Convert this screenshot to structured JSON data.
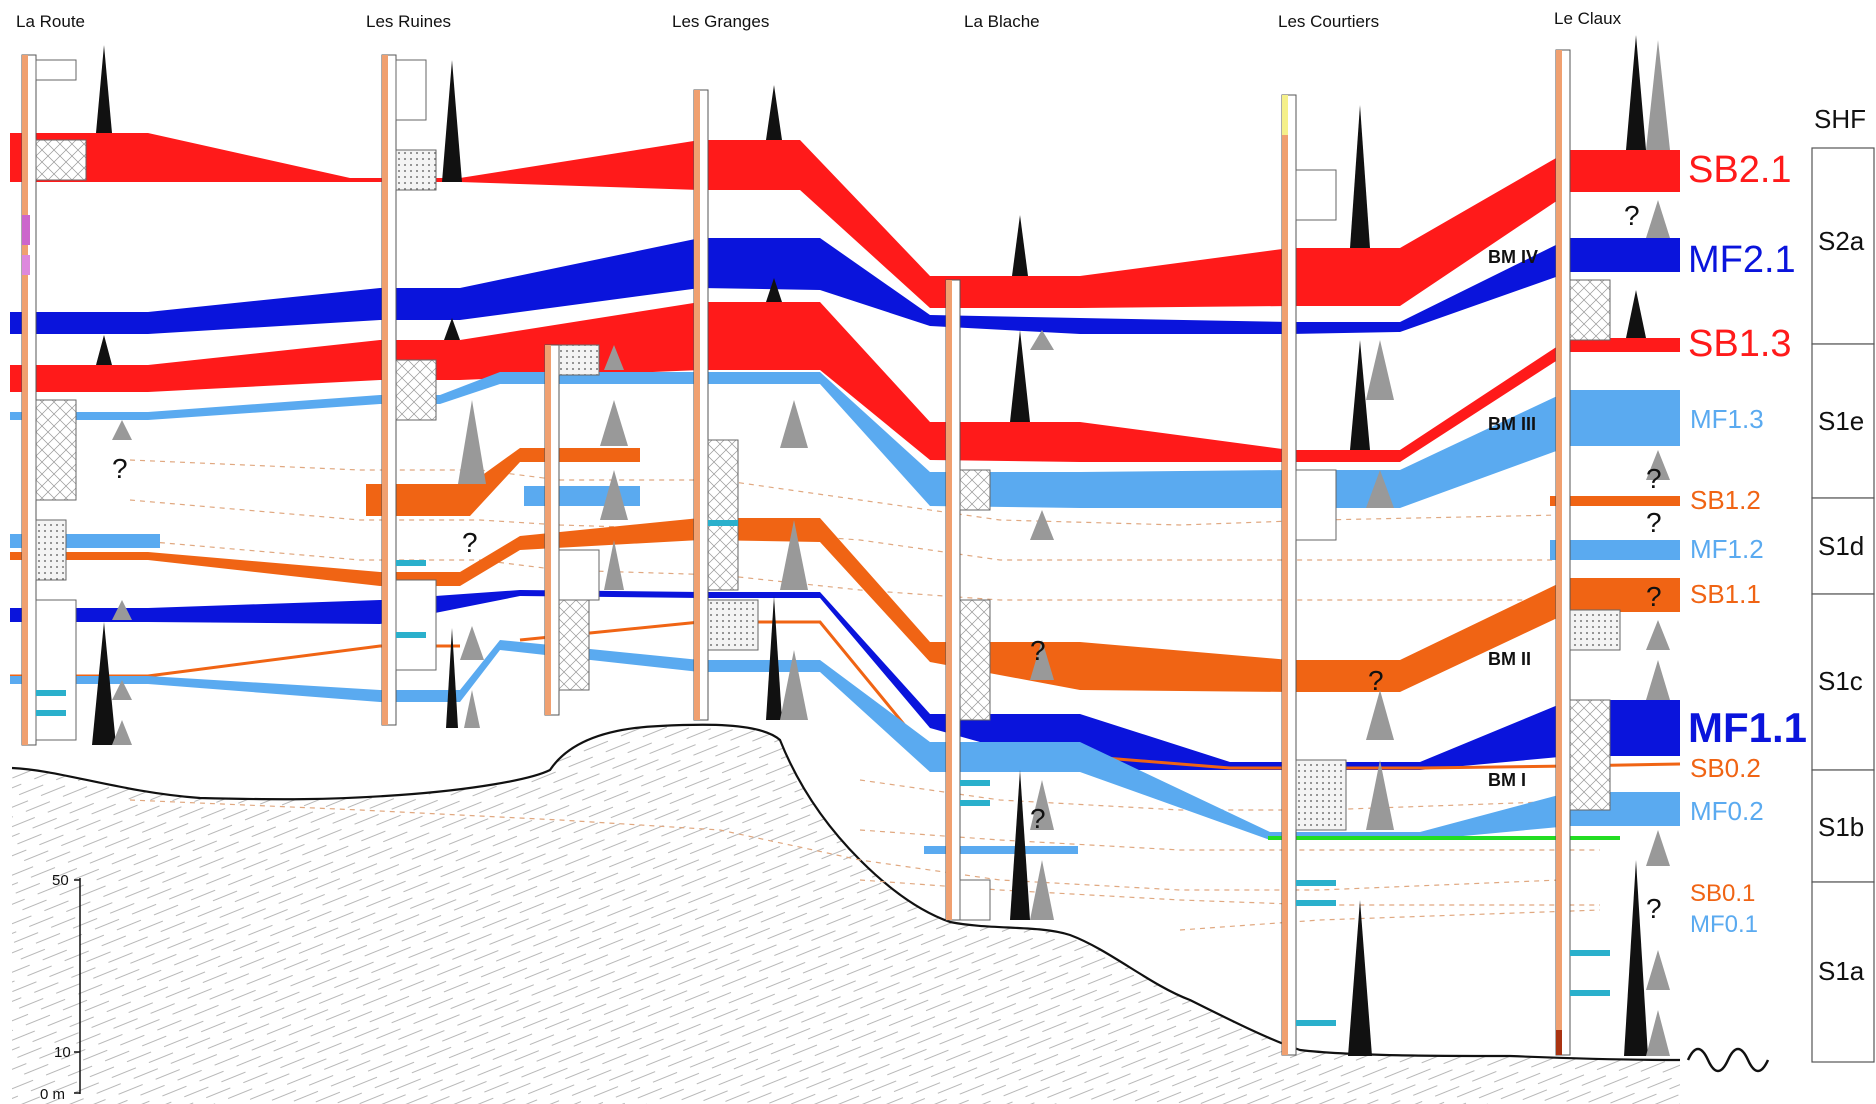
{
  "sections": [
    {
      "name": "La Route"
    },
    {
      "name": "Les Ruines"
    },
    {
      "name": "Les Granges"
    },
    {
      "name": "La Blache"
    },
    {
      "name": "Les Courtiers"
    },
    {
      "name": "Le Claux"
    }
  ],
  "surfaces": [
    {
      "label": "SB2.1",
      "color": "#ff1a1a",
      "weight": "normal"
    },
    {
      "label": "MF2.1",
      "color": "#0a14dc",
      "weight": "normal"
    },
    {
      "label": "SB1.3",
      "color": "#ff1a1a",
      "weight": "normal"
    },
    {
      "label": "MF1.3",
      "color": "#5aaaf0",
      "weight": "normal"
    },
    {
      "label": "SB1.2",
      "color": "#f06414",
      "weight": "normal"
    },
    {
      "label": "MF1.2",
      "color": "#5aaaf0",
      "weight": "normal"
    },
    {
      "label": "SB1.1",
      "color": "#f06414",
      "weight": "normal"
    },
    {
      "label": "MF1.1",
      "color": "#0a14dc",
      "weight": "bold"
    },
    {
      "label": "SB0.2",
      "color": "#f06414",
      "weight": "normal"
    },
    {
      "label": "MF0.2",
      "color": "#5aaaf0",
      "weight": "normal"
    },
    {
      "label": "SB0.1",
      "color": "#f06414",
      "weight": "normal"
    },
    {
      "label": "MF0.1",
      "color": "#5aaaf0",
      "weight": "normal"
    }
  ],
  "shf": {
    "header": "SHF",
    "units": [
      "S2a",
      "S1e",
      "S1d",
      "S1c",
      "S1b",
      "S1a"
    ]
  },
  "bm_labels": [
    "BM IV",
    "BM III",
    "BM II",
    "BM I"
  ],
  "question_mark": "?",
  "scale": {
    "ticks": [
      "50",
      "10",
      "0 m"
    ]
  },
  "colors": {
    "sb_major": "#ff1a1a",
    "mf_major": "#0a14dc",
    "sb_minor": "#f06414",
    "mf_minor": "#5aaaf0",
    "marker_line": "#22dd22",
    "trend_fill": "#9a9a9a"
  }
}
